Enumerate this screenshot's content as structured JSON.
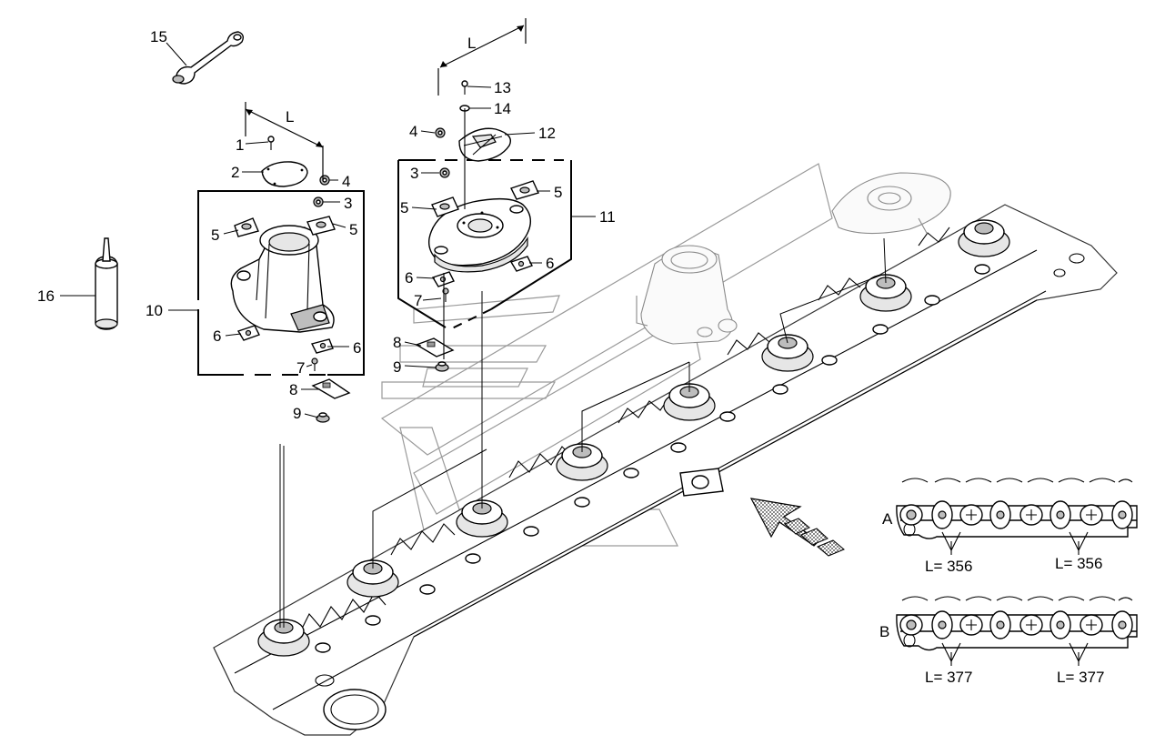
{
  "callouts": {
    "c1": "1",
    "c2": "2",
    "c3a": "3",
    "c3b": "3",
    "c4a": "4",
    "c4b": "4",
    "c5a": "5",
    "c5b": "5",
    "c5c": "5",
    "c5d": "5",
    "c6a": "6",
    "c6b": "6",
    "c6c": "6",
    "c6d": "6",
    "c7a": "7",
    "c7b": "7",
    "c8a": "8",
    "c8b": "8",
    "c9a": "9",
    "c9b": "9",
    "c10": "10",
    "c11": "11",
    "c12": "12",
    "c13": "13",
    "c14": "14",
    "c15": "15",
    "c16": "16"
  },
  "dimensions": {
    "l_left": "L",
    "l_right": "L"
  },
  "layouts": {
    "a": {
      "letter": "A",
      "left": "L= 356",
      "right": "L= 356"
    },
    "b": {
      "letter": "B",
      "left": "L= 377",
      "right": "L= 377"
    }
  },
  "icons": [
    "flow-direction-arrow-icon",
    "wrench-icon",
    "sealant-tube-icon"
  ]
}
